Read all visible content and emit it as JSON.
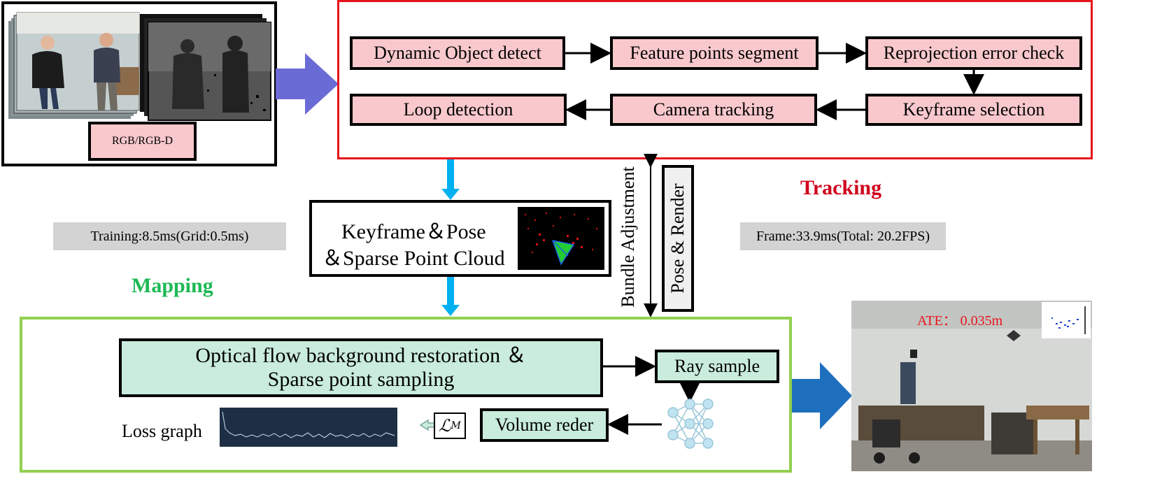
{
  "input": {
    "badge": "RGB/RGB-D"
  },
  "tracking": {
    "label": "Tracking",
    "boxes": {
      "dynamic": "Dynamic Object detect",
      "feature": "Feature points segment",
      "reproj": "Reprojection error check",
      "loop": "Loop detection",
      "camera": "Camera tracking",
      "keyframe_sel": "Keyframe selection"
    },
    "timing": "Frame:33.9ms(Total: 20.2FPS)"
  },
  "middle": {
    "line1": "Keyframe＆Pose",
    "line2": "＆Sparse Point Cloud",
    "bundle": "Bundle Adjustment",
    "pose_render": "Pose & Render"
  },
  "mapping": {
    "label": "Mapping",
    "timing": "Training:8.5ms(Grid:0.5ms)",
    "optical_line1": "Optical flow background restoration ＆",
    "optical_line2": "Sparse point  sampling",
    "ray": "Ray sample",
    "volume": "Volume reder",
    "loss": "Loss graph",
    "loss_symbol": "ℒ",
    "loss_sub": "M"
  },
  "output": {
    "ate": "ATE： 0.035m"
  },
  "colors": {
    "tracking_border": "#e8141c",
    "mapping_border": "#92d050",
    "pink": "#f8c8cc",
    "green_box": "#c9ecdc",
    "blue_arrow": "#00b0f0",
    "purple_arrow": "#6b6bd6",
    "output_arrow": "#1f6fbf"
  }
}
